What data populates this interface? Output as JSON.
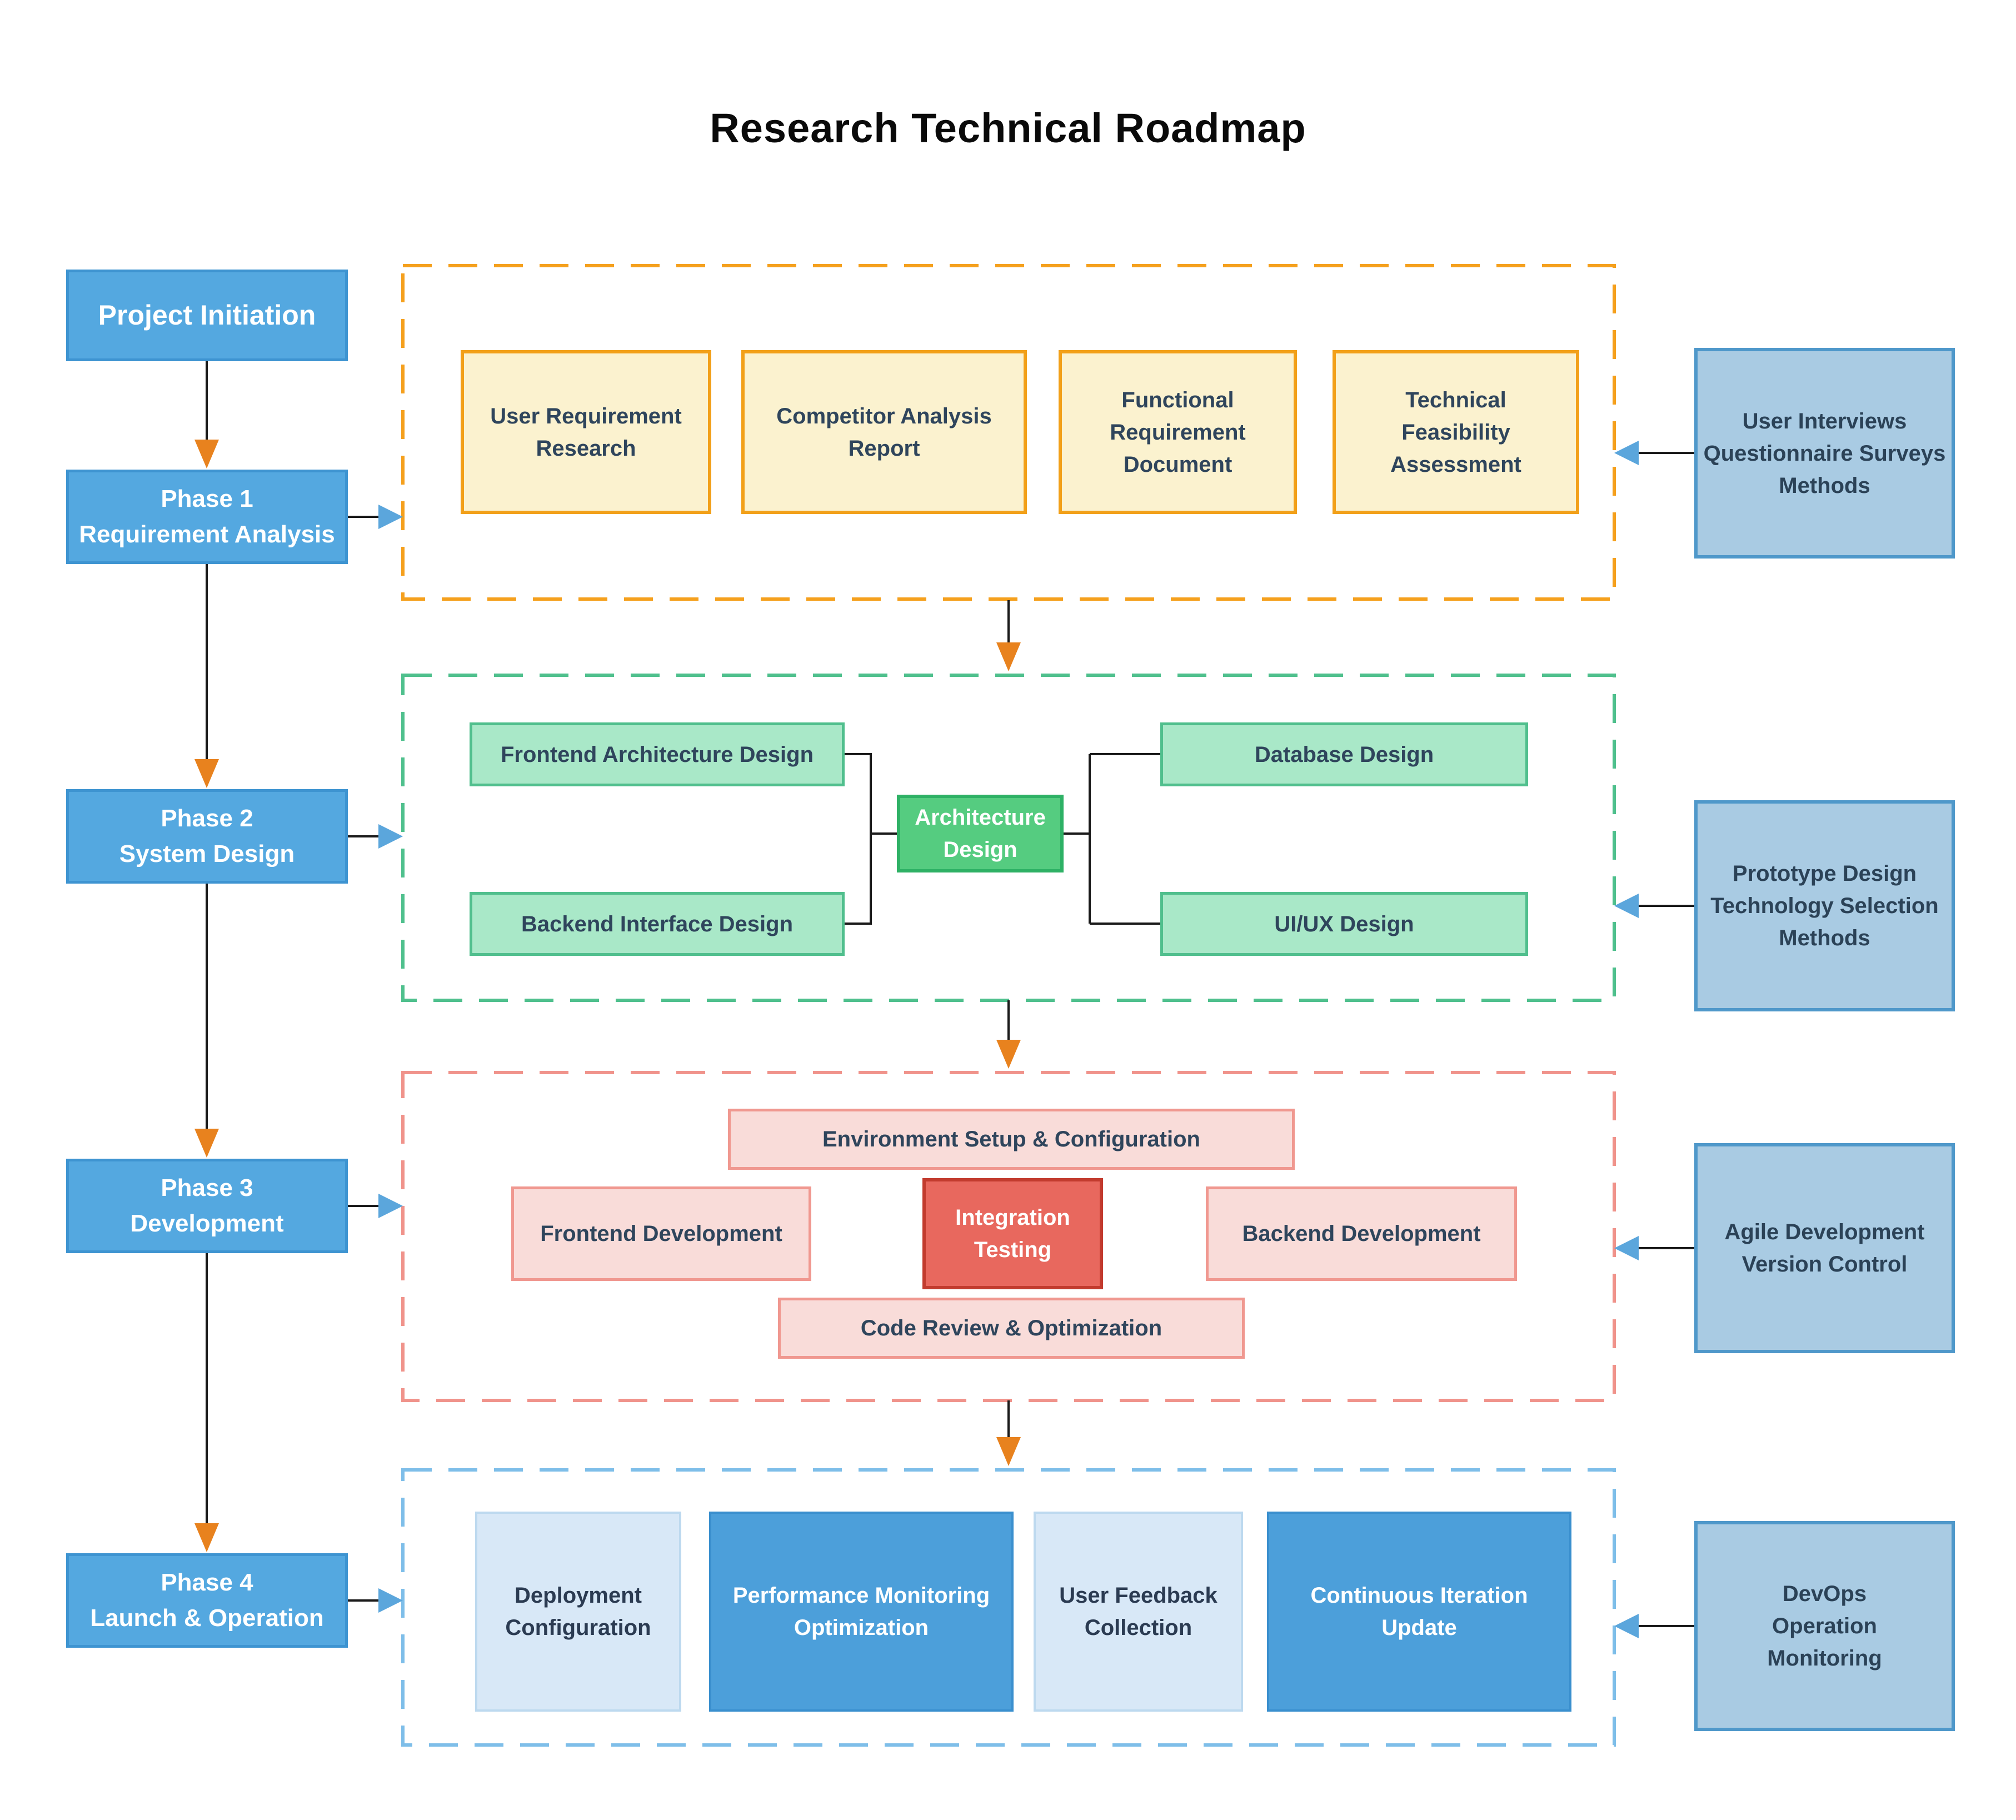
{
  "title": "Research Technical Roadmap",
  "flow": {
    "start": "Project Initiation",
    "phase1": "Phase 1\nRequirement Analysis",
    "phase2": "Phase 2\nSystem Design",
    "phase3": "Phase 3\nDevelopment",
    "phase4": "Phase 4\nLaunch & Operation"
  },
  "phase1_group": {
    "items": [
      "User Requirement\nResearch",
      "Competitor Analysis\nReport",
      "Functional\nRequirement\nDocument",
      "Technical\nFeasibility\nAssessment"
    ]
  },
  "phase2_group": {
    "left_top": "Frontend Architecture Design",
    "left_bottom": "Backend Interface Design",
    "center": "Architecture\nDesign",
    "right_top": "Database Design",
    "right_bottom": "UI/UX Design"
  },
  "phase3_group": {
    "top": "Environment Setup & Configuration",
    "left": "Frontend Development",
    "center": "Integration\nTesting",
    "right": "Backend Development",
    "bottom": "Code Review & Optimization"
  },
  "phase4_group": {
    "items": [
      "Deployment\nConfiguration",
      "Performance Monitoring\nOptimization",
      "User Feedback\nCollection",
      "Continuous Iteration\nUpdate"
    ]
  },
  "methods": [
    "User Interviews\nQuestionnaire Surveys\nMethods",
    "Prototype Design\nTechnology Selection\nMethods",
    "Agile Development\nVersion Control",
    "DevOps\nOperation\nMonitoring"
  ],
  "colors": {
    "phase_fill": "#54A8E0",
    "phase1_dash": "#F5A01D",
    "phase2_dash": "#4FC08D",
    "phase3_dash": "#F0938B",
    "phase4_dash": "#7EBEE9",
    "yellow_fill": "#FBF2CF",
    "green_center_fill": "#55CC80",
    "red_center_fill": "#E8685E",
    "methods_fill": "#A9CBE3",
    "arrow_orange": "#E8821E",
    "arrow_blue": "#5BA6DC"
  }
}
